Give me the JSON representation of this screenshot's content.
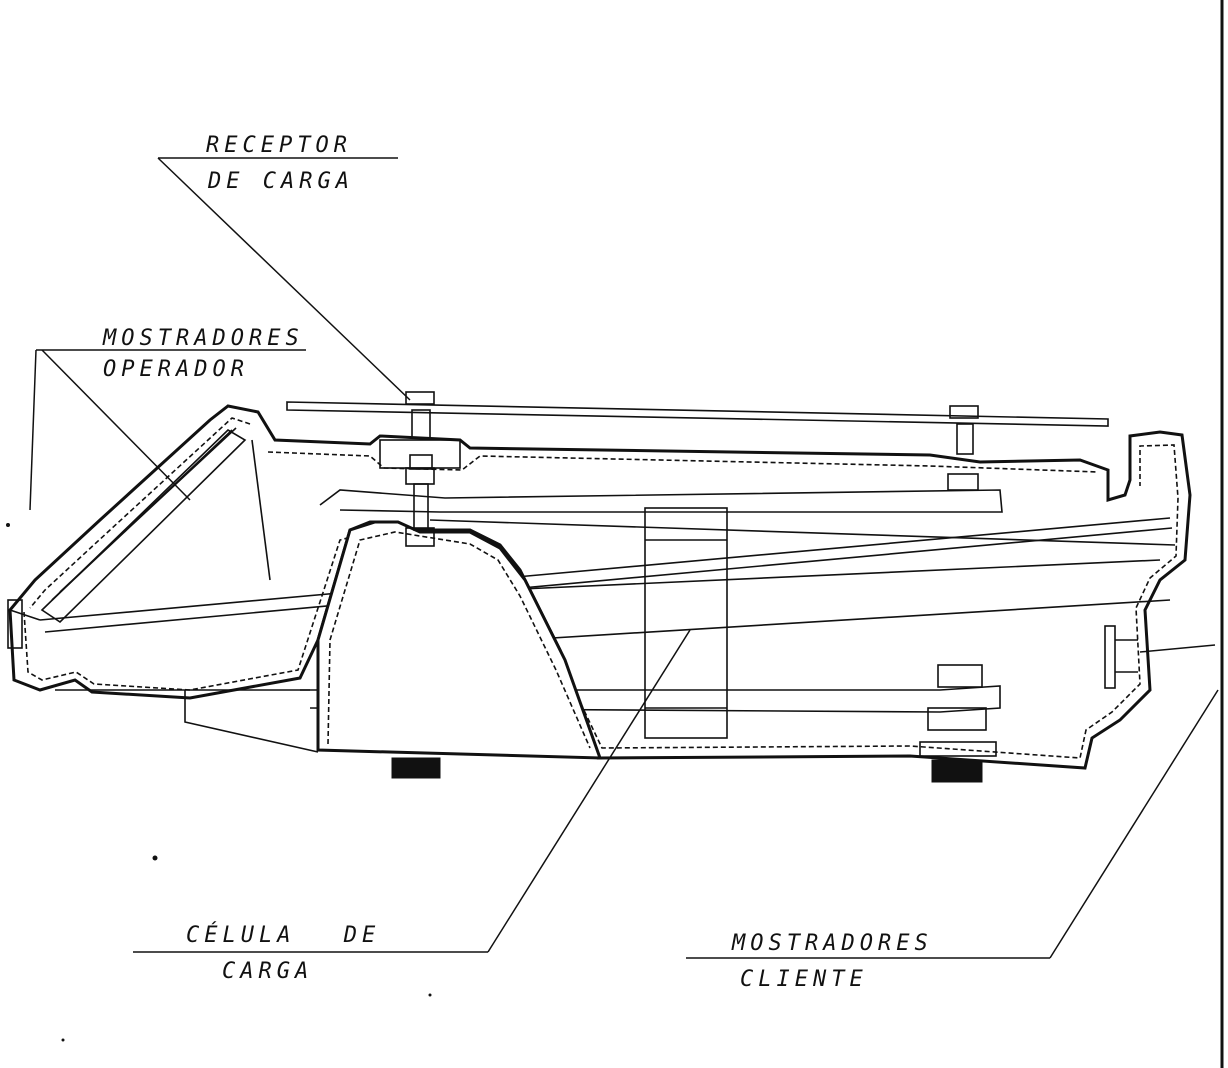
{
  "labels": {
    "receptor_line1": "RECEPTOR",
    "receptor_line2": "DE CARGA",
    "mostradores_operador_line1": "MOSTRADORES",
    "mostradores_operador_line2": "OPERADOR",
    "celula_line1": "CÉLULA DE",
    "celula_line2": "CARGA",
    "mostradores_cliente_line1": "MOSTRADORES",
    "mostradores_cliente_line2": "CLIENTE"
  },
  "colors": {
    "ink": "#111111",
    "background": "#ffffff"
  }
}
